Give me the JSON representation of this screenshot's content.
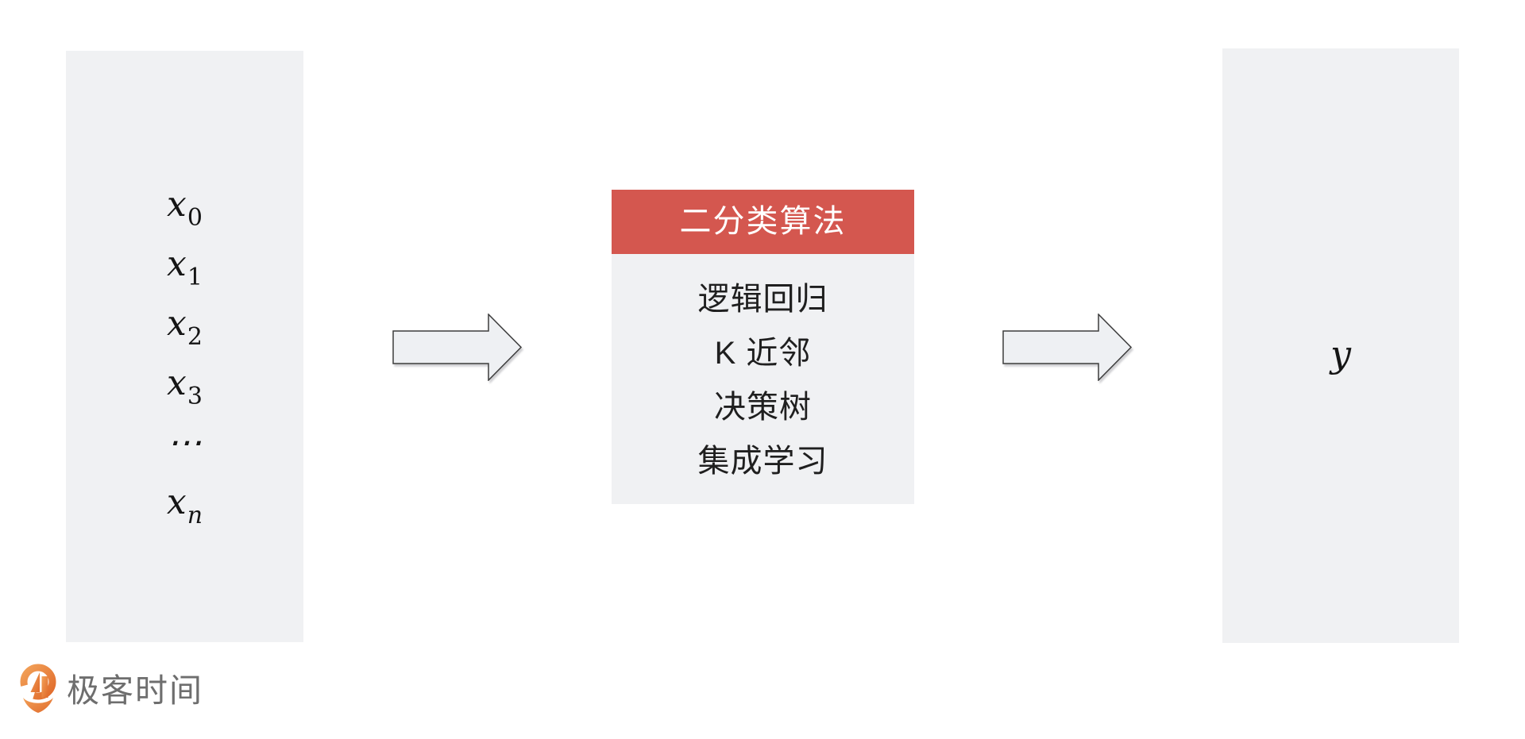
{
  "page": {
    "background": "#FFFFFF"
  },
  "input_box": {
    "items": [
      {
        "base": "x",
        "sub": "0"
      },
      {
        "base": "x",
        "sub": "1"
      },
      {
        "base": "x",
        "sub": "2"
      },
      {
        "base": "x",
        "sub": "3"
      },
      {
        "base": "⋯",
        "sub": ""
      },
      {
        "base": "x",
        "sub": "n"
      }
    ]
  },
  "algorithm_box": {
    "title": "二分类算法",
    "items": [
      "逻辑回归",
      "K 近邻",
      "决策树",
      "集成学习"
    ]
  },
  "output_box": {
    "label": "y"
  },
  "logo": {
    "text": "极客时间"
  },
  "colors": {
    "panel_bg": "#F0F1F3",
    "accent_red": "#D4574F",
    "header_text": "#FFFFFF",
    "body_text": "#1F1F1F",
    "arrow_fill": "#EEF0F3",
    "arrow_border": "#3D3D3D",
    "logo_orange": "#E8732F",
    "logo_text_gray": "#6E6E6E"
  }
}
